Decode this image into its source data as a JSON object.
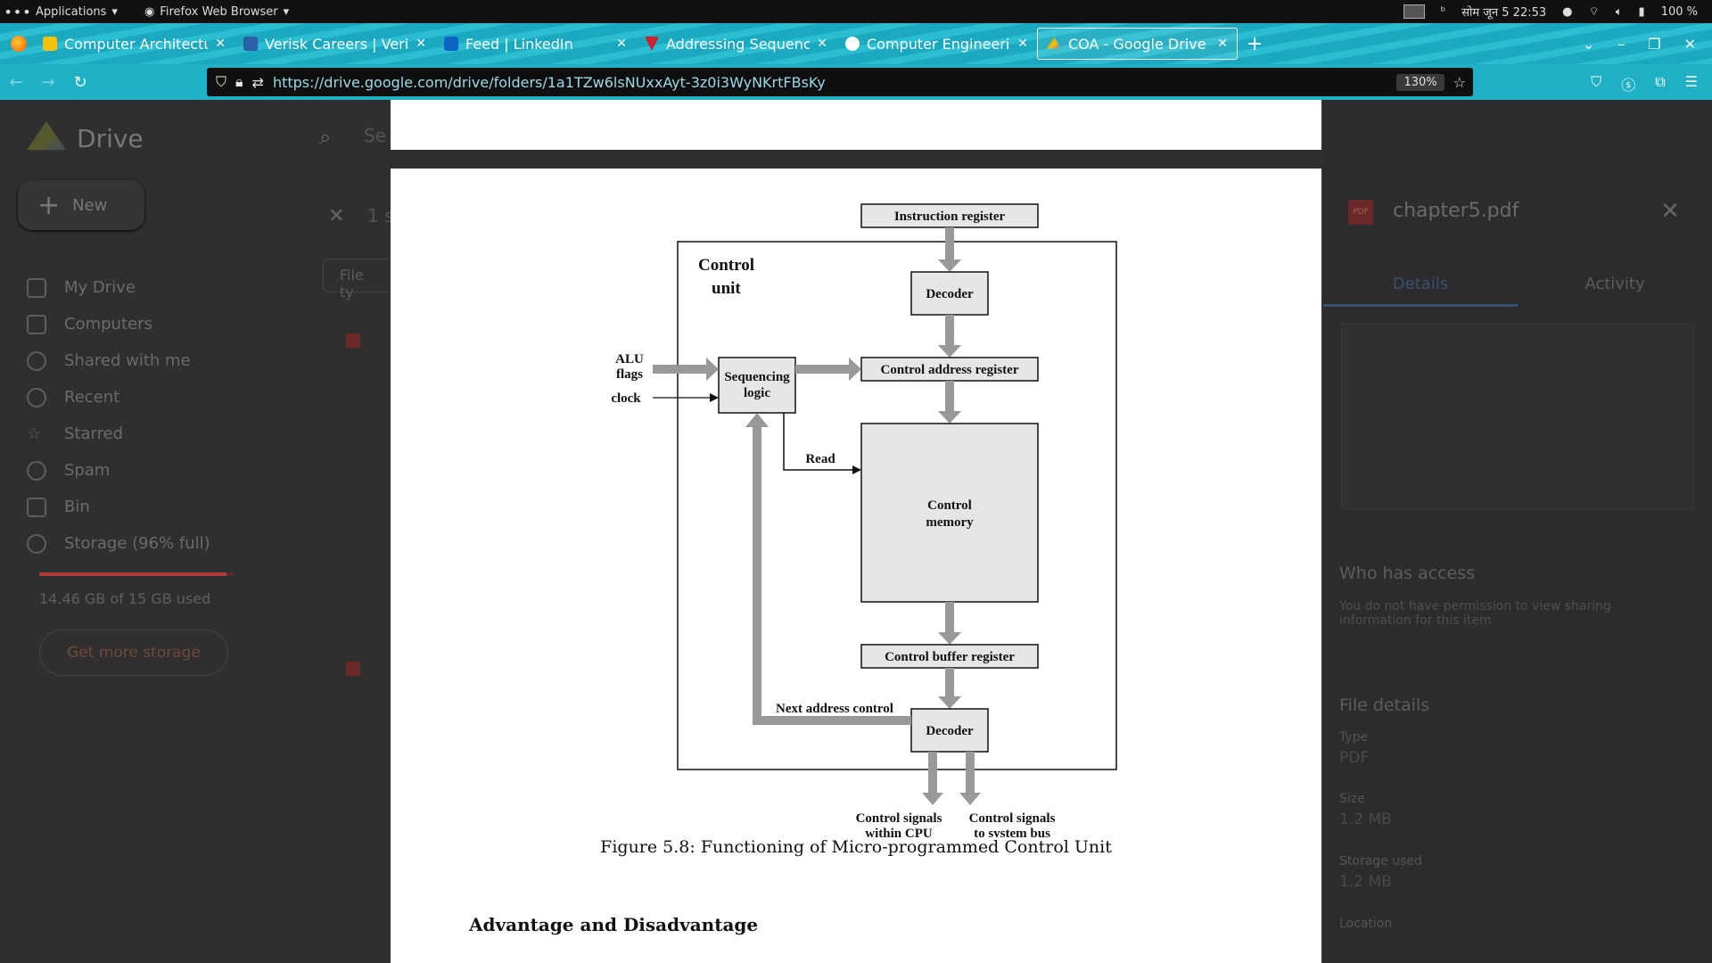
{
  "system_bar": {
    "applications": "Applications",
    "browser": "Firefox Web Browser",
    "datetime": "सोम जून 5  22:53",
    "battery": "100 %"
  },
  "tabs": [
    {
      "label": "Computer Architecture",
      "color": "#f4c20d"
    },
    {
      "label": "Verisk Careers | Verisk",
      "color": "#2b5fa8"
    },
    {
      "label": "Feed | LinkedIn",
      "color": "#0a66c2"
    },
    {
      "label": "Addressing Sequencing",
      "color": "#d0202a"
    },
    {
      "label": "Computer Engineering",
      "color": "#ffffff"
    },
    {
      "label": "COA - Google Drive",
      "color": "#34a853"
    }
  ],
  "nav": {
    "url": "https://drive.google.com/drive/folders/1a1TZw6lsNUxxAyt-3z0i3WyNKrtFBsKy",
    "zoom": "130%"
  },
  "drive": {
    "app_name": "Drive",
    "search_placeholder": "Se",
    "new_label": "New",
    "filter_label": "File ty",
    "selection_count": "1 s",
    "sidebar": [
      {
        "label": "My Drive"
      },
      {
        "label": "Computers"
      },
      {
        "label": "Shared with me"
      },
      {
        "label": "Recent"
      },
      {
        "label": "Starred"
      },
      {
        "label": "Spam"
      },
      {
        "label": "Bin"
      },
      {
        "label": "Storage (96% full)"
      }
    ],
    "storage_fraction": 0.964,
    "storage_text": "14.46 GB of 15 GB used",
    "get_more": "Get more storage"
  },
  "details_panel": {
    "file_name": "chapter5.pdf",
    "tab_details": "Details",
    "tab_activity": "Activity",
    "who_has_access": "Who has access",
    "access_text": "You do not have permission to view sharing information for this item",
    "file_details": "File details",
    "type_label": "Type",
    "type_value": "PDF",
    "size_label": "Size",
    "size_value": "1.2 MB",
    "storage_used_label": "Storage used",
    "storage_used_value": "1.2 MB",
    "location_label": "Location"
  },
  "document": {
    "diagram": {
      "instruction_register": "Instruction register",
      "control_unit_1": "Control",
      "control_unit_2": "unit",
      "decoder_top": "Decoder",
      "alu_flags_1": "ALU",
      "alu_flags_2": "flags",
      "clock": "clock",
      "sequencing_1": "Sequencing",
      "sequencing_2": "logic",
      "control_address_register": "Control address register",
      "read": "Read",
      "control_memory_1": "Control",
      "control_memory_2": "memory",
      "control_buffer_register": "Control buffer register",
      "next_address_control": "Next address control",
      "decoder_bottom": "Decoder",
      "signals_cpu_1": "Control signals",
      "signals_cpu_2": "within CPU",
      "signals_bus_1": "Control signals",
      "signals_bus_2": "to system bus"
    },
    "caption": "Figure 5.8: Functioning of Micro-programmed Control Unit",
    "section_title": "Advantage and Disadvantage"
  }
}
